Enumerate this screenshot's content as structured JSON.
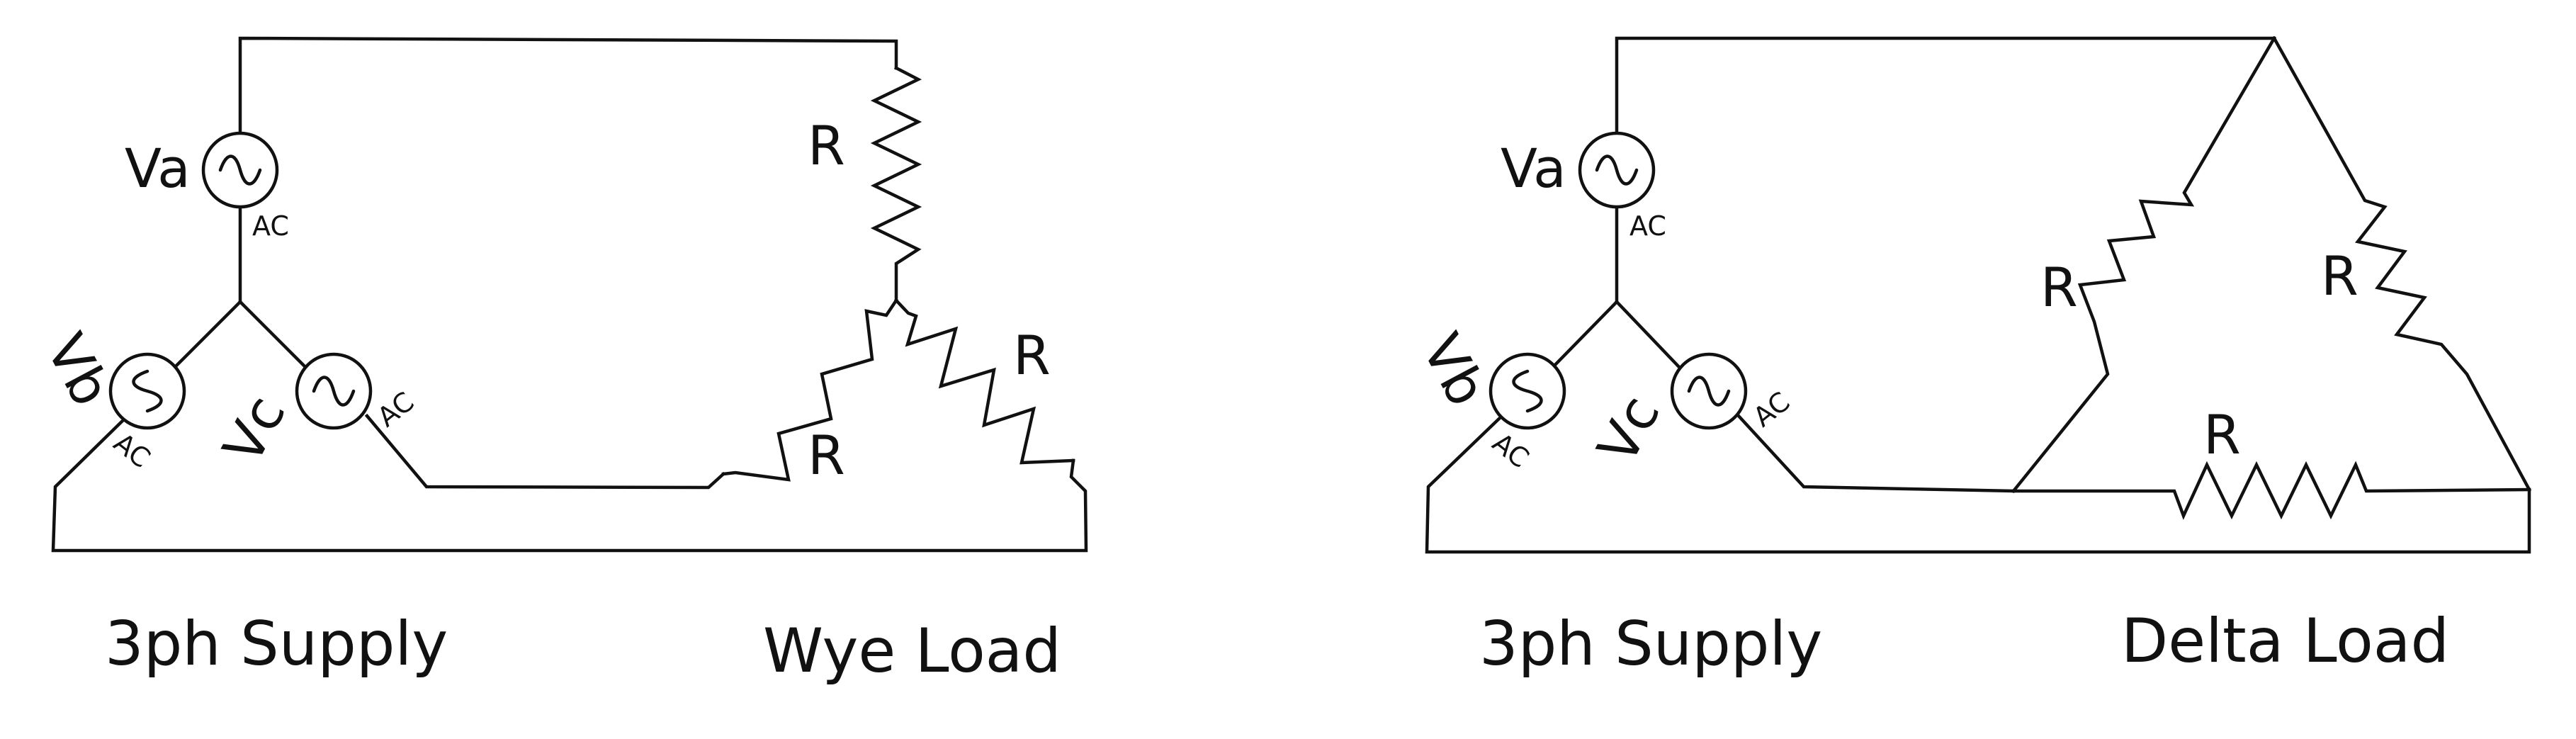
{
  "left_figure": {
    "sources": {
      "a": "Va",
      "b": "Vb",
      "c": "Vc",
      "type": "AC"
    },
    "resistors": {
      "top": "R",
      "left": "R",
      "right": "R"
    },
    "captions": {
      "supply": "3ph Supply",
      "load": "Wye Load"
    }
  },
  "right_figure": {
    "sources": {
      "a": "Va",
      "b": "Vb",
      "c": "Vc",
      "type": "AC"
    },
    "resistors": {
      "left": "R",
      "right": "R",
      "bottom": "R"
    },
    "captions": {
      "supply": "3ph Supply",
      "load": "Delta Load"
    }
  }
}
